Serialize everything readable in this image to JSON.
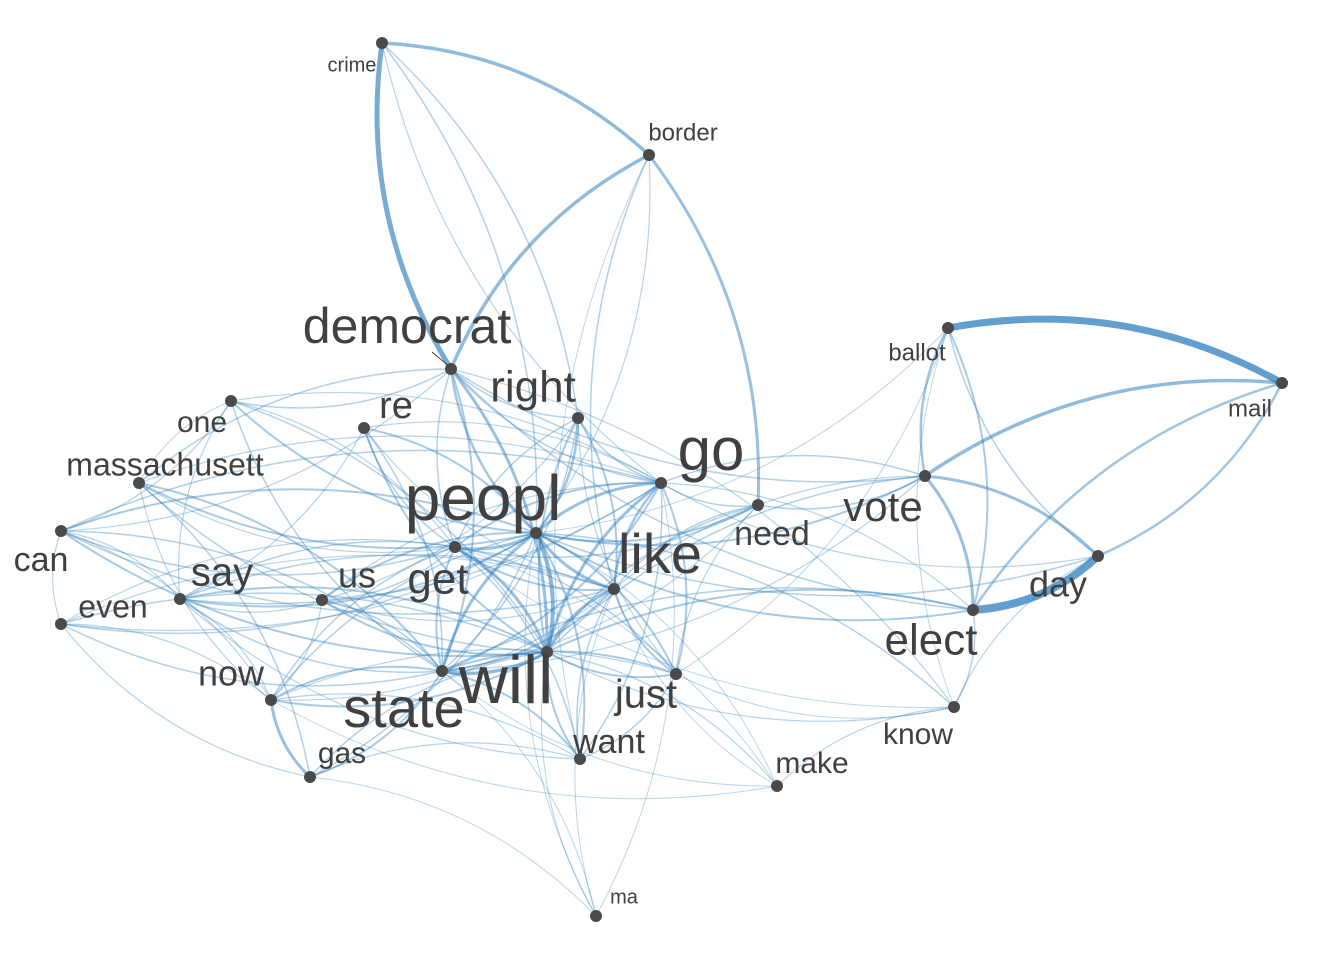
{
  "network": {
    "nodes": [
      {
        "id": "crime",
        "label": "crime"
      },
      {
        "id": "border",
        "label": "border"
      },
      {
        "id": "democrat",
        "label": "democrat"
      },
      {
        "id": "right",
        "label": "right"
      },
      {
        "id": "re",
        "label": "re"
      },
      {
        "id": "one",
        "label": "one"
      },
      {
        "id": "massachusett",
        "label": "massachusett"
      },
      {
        "id": "can",
        "label": "can"
      },
      {
        "id": "even",
        "label": "even"
      },
      {
        "id": "say",
        "label": "say"
      },
      {
        "id": "us",
        "label": "us"
      },
      {
        "id": "get",
        "label": "get"
      },
      {
        "id": "peopl",
        "label": "peopl"
      },
      {
        "id": "go",
        "label": "go"
      },
      {
        "id": "like",
        "label": "like"
      },
      {
        "id": "need",
        "label": "need"
      },
      {
        "id": "vote",
        "label": "vote"
      },
      {
        "id": "ballot",
        "label": "ballot"
      },
      {
        "id": "mail",
        "label": "mail"
      },
      {
        "id": "day",
        "label": "day"
      },
      {
        "id": "elect",
        "label": "elect"
      },
      {
        "id": "know",
        "label": "know"
      },
      {
        "id": "make",
        "label": "make"
      },
      {
        "id": "want",
        "label": "want"
      },
      {
        "id": "just",
        "label": "just"
      },
      {
        "id": "will",
        "label": "will"
      },
      {
        "id": "state",
        "label": "state"
      },
      {
        "id": "now",
        "label": "now"
      },
      {
        "id": "gas",
        "label": "gas"
      },
      {
        "id": "ma",
        "label": "ma"
      }
    ],
    "edge_color": "#2f7fbd",
    "node_color": "#4a4a4a",
    "label_color": "#404040"
  }
}
